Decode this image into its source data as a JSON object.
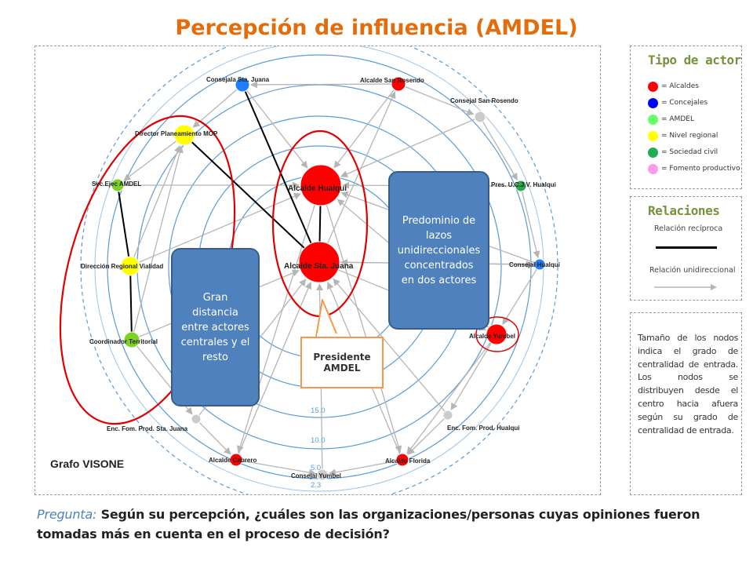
{
  "title": "Percepción de influencia (AMDEL)",
  "graph_caption": "Grafo VISONE",
  "ring_labels": [
    "15.0",
    "10.0",
    "5.0",
    "2.3"
  ],
  "nodes": [
    {
      "id": "consejala-sta-juana",
      "label": "Consejala Sta. Juana",
      "color": "#1f7fff"
    },
    {
      "id": "alcalde-san-rosendo",
      "label": "Alcalde San Rosendo",
      "color": "#ff0000"
    },
    {
      "id": "consejal-san-rosendo",
      "label": "Consejal San Rosendo",
      "color": "#cccccc"
    },
    {
      "id": "director-planeamiento",
      "label": "Director Planeamiento MOP",
      "color": "#ffff00"
    },
    {
      "id": "sec-ejec-amdel",
      "label": "Sec.Ejec AMDEL",
      "color": "#7ed321"
    },
    {
      "id": "pres-ucjv",
      "label": "Pres. U.C.J.V. Hualqui",
      "color": "#2ca84a"
    },
    {
      "id": "alcalde-hualqui",
      "label": "Alcalde Hualqui",
      "color": "#ff0000"
    },
    {
      "id": "alcalde-sta-juana",
      "label": "Alcalde Sta. Juana",
      "color": "#ff0000"
    },
    {
      "id": "direccion-regional",
      "label": "Dirección Regional Vialidad",
      "color": "#ffff00"
    },
    {
      "id": "consejal-hualqui",
      "label": "Consejal Hualqui",
      "color": "#1f7fff"
    },
    {
      "id": "coordinador-territorial",
      "label": "Coordinador Territorial",
      "color": "#7ed321"
    },
    {
      "id": "alcalde-yumbel",
      "label": "Alcalde Yumbel",
      "color": "#ff0000"
    },
    {
      "id": "enc-fom-sta-juana",
      "label": "Enc. Fom. Prod. Sta. Juana",
      "color": "#cccccc"
    },
    {
      "id": "enc-fom-hualqui",
      "label": "Enc. Fom. Prod. Hualqui",
      "color": "#cccccc"
    },
    {
      "id": "alcalde-cabrero",
      "label": "Alcalde Cabrero",
      "color": "#ff0000"
    },
    {
      "id": "alcalde-florida",
      "label": "Alcalde Florida",
      "color": "#ff0000"
    },
    {
      "id": "consejal-yumbel",
      "label": "Consejal Yumbel",
      "color": "#cccccc"
    }
  ],
  "edges_reciprocal": [
    [
      "director-planeamiento",
      "alcalde-sta-juana"
    ],
    [
      "sec-ejec-amdel",
      "direccion-regional"
    ],
    [
      "direccion-regional",
      "coordinador-territorial"
    ],
    [
      "consejala-sta-juana",
      "alcalde-sta-juana"
    ],
    [
      "alcalde-hualqui",
      "alcalde-sta-juana"
    ]
  ],
  "edges_directed": [
    [
      "alcalde-san-rosendo",
      "alcalde-hualqui"
    ],
    [
      "consejal-san-rosendo",
      "alcalde-hualqui"
    ],
    [
      "pres-ucjv",
      "alcalde-hualqui"
    ],
    [
      "consejal-hualqui",
      "alcalde-hualqui"
    ],
    [
      "alcalde-yumbel",
      "alcalde-hualqui"
    ],
    [
      "enc-fom-hualqui",
      "alcalde-sta-juana"
    ],
    [
      "alcalde-florida",
      "alcalde-sta-juana"
    ],
    [
      "consejal-yumbel",
      "alcalde-sta-juana"
    ],
    [
      "alcalde-cabrero",
      "alcalde-sta-juana"
    ],
    [
      "enc-fom-sta-juana",
      "alcalde-sta-juana"
    ],
    [
      "coordinador-territorial",
      "alcalde-sta-juana"
    ],
    [
      "direccion-regional",
      "alcalde-hualqui"
    ],
    [
      "sec-ejec-amdel",
      "alcalde-hualqui"
    ],
    [
      "consejala-sta-juana",
      "alcalde-hualqui"
    ],
    [
      "alcalde-san-rosendo",
      "consejal-san-rosendo"
    ],
    [
      "consejala-sta-juana",
      "director-planeamiento"
    ],
    [
      "alcalde-san-rosendo",
      "consejala-sta-juana"
    ],
    [
      "consejal-san-rosendo",
      "pres-ucjv"
    ],
    [
      "pres-ucjv",
      "consejal-hualqui"
    ],
    [
      "consejal-hualqui",
      "alcalde-yumbel"
    ],
    [
      "alcalde-yumbel",
      "enc-fom-hualqui"
    ],
    [
      "enc-fom-hualqui",
      "alcalde-florida"
    ],
    [
      "alcalde-florida",
      "consejal-yumbel"
    ],
    [
      "alcalde-cabrero",
      "consejal-yumbel"
    ],
    [
      "enc-fom-sta-juana",
      "alcalde-cabrero"
    ],
    [
      "coordinador-territorial",
      "enc-fom-sta-juana"
    ],
    [
      "director-planeamiento",
      "sec-ejec-amdel"
    ],
    [
      "alcalde-sta-juana",
      "alcalde-yumbel"
    ],
    [
      "alcalde-sta-juana",
      "consejal-hualqui"
    ],
    [
      "alcalde-hualqui",
      "alcalde-florida"
    ],
    [
      "alcalde-hualqui",
      "alcalde-cabrero"
    ],
    [
      "alcalde-sta-juana",
      "alcalde-san-rosendo"
    ],
    [
      "direccion-regional",
      "director-planeamiento"
    ],
    [
      "coordinador-territorial",
      "director-planeamiento"
    ],
    [
      "alcalde-yumbel",
      "alcalde-florida"
    ],
    [
      "consejal-hualqui",
      "alcalde-sta-juana"
    ]
  ],
  "callouts": {
    "left": "Gran\ndistancia\nentre actores\ncentrales y el\nresto",
    "right": "Predominio de\nlazos\nunidireccionales\nconcentrados\nen dos actores",
    "president": "Presidente\nAMDEL"
  },
  "legend_types": {
    "title": "Tipo de actor",
    "items": [
      {
        "label": "= Alcaldes",
        "color": "#ff0000"
      },
      {
        "label": "= Concejales",
        "color": "#0000ff"
      },
      {
        "label": "= AMDEL",
        "color": "#66ff66"
      },
      {
        "label": "= Nivel regional",
        "color": "#ffff00"
      },
      {
        "label": "= Sociedad civil",
        "color": "#22aa55"
      },
      {
        "label": "= Fomento productivo",
        "color": "#ff99ee"
      }
    ]
  },
  "legend_relations": {
    "title": "Relaciones",
    "reciprocal": "Relación recíproca",
    "unidirectional": "Relación unidireccional"
  },
  "note": "Tamaño de los nodos indica el grado de centralidad de entrada. Los nodos se distribuyen desde el centro hacia afuera según su grado de centralidad de entrada.",
  "question": {
    "prefix": "Pregunta:",
    "text": "Según su percepción, ¿cuáles son las organizaciones/personas cuyas opiniones fueron tomadas más en cuenta en el proceso de decisión?"
  }
}
